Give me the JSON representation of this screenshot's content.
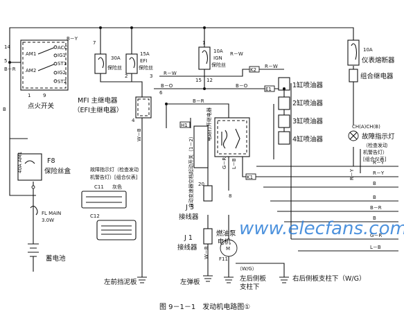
{
  "caption": "图 9－1－1　发动机电路图①",
  "watermark": "www.elecfans.com",
  "components": {
    "ignition_switch": "点火开关",
    "ign_terminals": [
      "ACC",
      "IG1",
      "ST1",
      "IG2",
      "ST2"
    ],
    "ign_am": [
      "AM1",
      "AM2"
    ],
    "ign_pins": [
      "1",
      "9"
    ],
    "fuse_box": "F8",
    "fuse_box_sub": "保险丝盒",
    "fuse_box_inner": "40A AM1",
    "fl_main": "FL MAIN",
    "fl_main_size": "3.0W",
    "battery": "蓄电池",
    "mfi_relay": "MFI 主继电器",
    "efi_relay": "（EFI主继电器）",
    "fuse_30a": "30A",
    "fuse_30a_label": "保险丝",
    "fuse_15a": "15A",
    "fuse_15a_sub": "EFI",
    "fuse_15a_label": "保险丝",
    "fuse_10a_ign": "10A",
    "fuse_10a_ign_sub": "IGN",
    "fuse_10a_ign_label": "保险丝",
    "fuse_10a_panel": "10A",
    "panel_fuse": "仪表熔断器",
    "combo_relay": "组合继电器",
    "injectors": [
      "1缸喷油器",
      "2缸喷油器",
      "3缸喷油器",
      "4缸喷油器"
    ],
    "fault_lamp": "故障指示灯",
    "fault_lamp_sub1": "（检查发动",
    "fault_lamp_sub2": "机警告灯）",
    "fault_lamp_sub3": "[组合仪表]",
    "fault_lamp_pins": "CH(A)CH(B)",
    "circuit_open_relay": "电路打开继电器",
    "neutral_switch": "自动变速器空档起动开关（1－2）",
    "j3": "J 3",
    "j3_label": "接线器",
    "j1": "J 1",
    "j1_label": "接线器",
    "fuel_pump": "燃油泵",
    "fuel_pump_sub": "电机",
    "connector_note_1": "故障指示灯（检查发动",
    "connector_note_2": "机警告灯）[组合仪表]",
    "c11": "C11",
    "c11_color": "灰色",
    "c12": "C12",
    "f11": "F11",
    "w_g": "（W/G）",
    "left_fender": "左前挡泥板",
    "left_mudguard": "左弹板",
    "left_rear_panel": "左后侧板",
    "left_rear_panel2": "支柱下",
    "right_rear_panel": "右后侧板支柱下（W/G）"
  },
  "wire_codes": {
    "b_y": "B－Y",
    "b_r": "B－R",
    "r_w": "R－W",
    "b_o": "B－O",
    "w_b": "W－B",
    "b": "B",
    "g_r": "G－R",
    "l_b": "L－B",
    "r_y": "R－Y",
    "b_r2": "B－R",
    "w_g": "W/G"
  },
  "right_bus": [
    "R－Y",
    "R－Y",
    "B",
    "B",
    "B－R",
    "B",
    "G－R",
    "L－B"
  ],
  "connector_ids": [
    "K2",
    "E1",
    "H1",
    "K1",
    "J1"
  ],
  "pin_numbers": [
    "14",
    "5",
    "7",
    "1",
    "2",
    "3",
    "4",
    "6",
    "15",
    "20",
    "8",
    "12"
  ]
}
